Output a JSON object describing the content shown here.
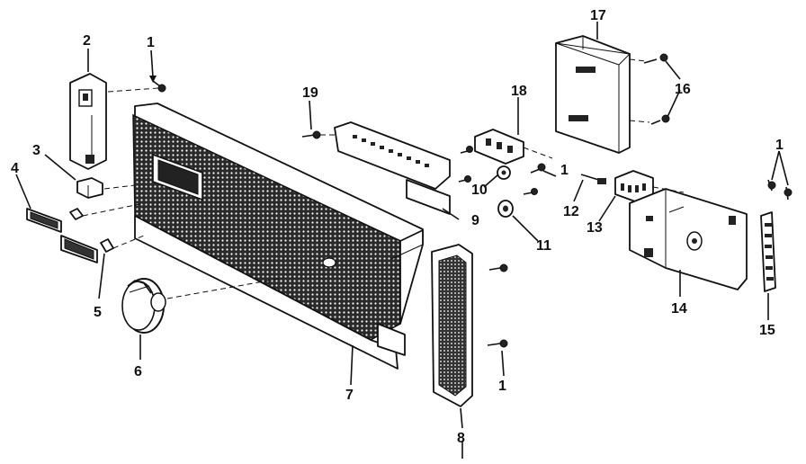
{
  "callouts": [
    {
      "id": "c1a",
      "text": "1"
    },
    {
      "id": "c1b",
      "text": "1"
    },
    {
      "id": "c1c",
      "text": "1"
    },
    {
      "id": "c1d",
      "text": "1"
    },
    {
      "id": "c2",
      "text": "2"
    },
    {
      "id": "c3",
      "text": "3"
    },
    {
      "id": "c4",
      "text": "4"
    },
    {
      "id": "c5",
      "text": "5"
    },
    {
      "id": "c6",
      "text": "6"
    },
    {
      "id": "c7",
      "text": "7"
    },
    {
      "id": "c8",
      "text": "8"
    },
    {
      "id": "c9",
      "text": "9"
    },
    {
      "id": "c10",
      "text": "10"
    },
    {
      "id": "c11",
      "text": "11"
    },
    {
      "id": "c12",
      "text": "12"
    },
    {
      "id": "c13",
      "text": "13"
    },
    {
      "id": "c14",
      "text": "14"
    },
    {
      "id": "c15",
      "text": "15"
    },
    {
      "id": "c16",
      "text": "16"
    },
    {
      "id": "c17",
      "text": "17"
    },
    {
      "id": "c18",
      "text": "18"
    },
    {
      "id": "c19",
      "text": "19"
    }
  ]
}
